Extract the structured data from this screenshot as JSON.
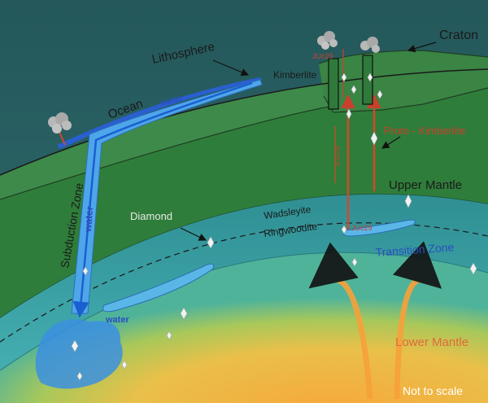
{
  "labels": {
    "lithosphere": "Lithosphere",
    "craton": "Craton",
    "ocean": "Ocean",
    "water_surface": "water",
    "kimberlite": "Kimberlite",
    "sample_top": "JUc29",
    "sample_column": "JUc29",
    "proto_kimberlite": "Proto - Kimberlite",
    "subduction_zone": "Subduction Zone",
    "water_slab": "water",
    "upper_mantle": "Upper Mantle",
    "diamond": "Diamond",
    "wadsleyite": "Wadsleyite",
    "ringwoodite": "Ringwoodite",
    "sample_transition": "JUc29",
    "transition_zone": "Transition Zone",
    "water_pool": "water",
    "lower_mantle": "Lower Mantle",
    "scale_note": "Not to scale"
  },
  "colors": {
    "sky": "#2a5f62",
    "lithosphere": "#3e8a4a",
    "upper_mantle": "#2f7d3a",
    "transition_zone": "#3aa3a6",
    "lower_mantle_warm": "#f5a93a",
    "water": "#2f8fe6",
    "convection": "#f7a13a",
    "magma": "#d04a2a",
    "text_dark": "#1a1a1a",
    "text_red": "#c8412c",
    "text_blue": "#2a4fbf",
    "text_light": "#ffffff"
  },
  "icons": [
    "volcano-plume-icon",
    "diamond-crystal-icon",
    "annotation-arrow-icon",
    "convection-arrow-icon"
  ]
}
